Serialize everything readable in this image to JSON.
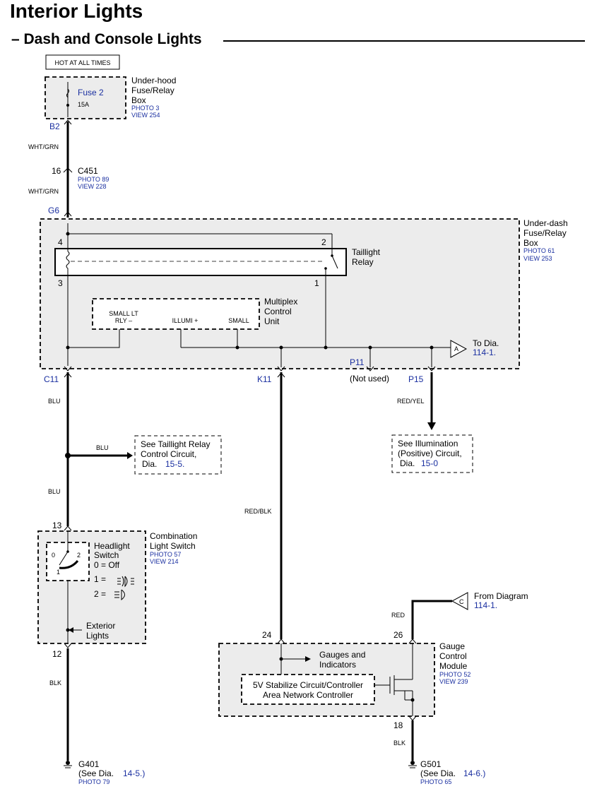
{
  "title": "Interior Lights",
  "section": "– Dash and Console Lights",
  "hot_label": "HOT AT ALL TIMES",
  "underhood": {
    "fuse": "Fuse 2",
    "amps": "15A",
    "name": [
      "Under-hood",
      "Fuse/Relay",
      "Box"
    ],
    "photo": "PHOTO 3",
    "view": "VIEW 254",
    "terminal": "B2"
  },
  "wire_colors": {
    "w1": "WHT/GRN",
    "w2": "WHT/GRN",
    "blu1": "BLU",
    "blu_branch": "BLU",
    "blu2": "BLU",
    "redblk": "RED/BLK",
    "redyel": "RED/YEL",
    "red": "RED",
    "blk1": "BLK",
    "blk2": "BLK"
  },
  "connector_c451": {
    "pin": "16",
    "name": "C451",
    "photo": "PHOTO 89",
    "view": "VIEW 228"
  },
  "underdash": {
    "terminal_top": "G6",
    "name": [
      "Under-dash",
      "Fuse/Relay",
      "Box"
    ],
    "photo": "PHOTO 61",
    "view": "VIEW 253",
    "relay": {
      "name": [
        "Taillight",
        "Relay"
      ],
      "pins": [
        "4",
        "2",
        "3",
        "1"
      ]
    },
    "mcu": {
      "name": [
        "Multiplex",
        "Control",
        "Unit"
      ],
      "pin1": [
        "SMALL LT",
        "RLY –"
      ],
      "pin2": "ILLUMI +",
      "pin3": "SMALL"
    },
    "to_dia": {
      "symbol": "A",
      "text": "To Dia.",
      "ref": "114-1."
    },
    "terminals": {
      "c11": "C11",
      "k11": "K11",
      "p11": "P11",
      "p15": "P15",
      "not_used": "(Not used)"
    }
  },
  "illum_note": [
    "See Illumination",
    "(Positive) Circuit,",
    "Dia.",
    "15-0"
  ],
  "taillight_note": [
    "See Taillight Relay",
    "Control Circuit,",
    "Dia.",
    "15-5."
  ],
  "combo_switch": {
    "pin_top": "13",
    "pin_bottom": "12",
    "name": [
      "Combination",
      "Light Switch"
    ],
    "photo": "PHOTO 57",
    "view": "VIEW 214",
    "headlight": [
      "Headlight",
      "Switch",
      "0 = Off",
      "1 =",
      "2 ="
    ],
    "switch_pins": [
      "0",
      "2",
      "1"
    ],
    "exterior": [
      "Exterior",
      "Lights"
    ]
  },
  "gauge": {
    "pin_24": "24",
    "pin_26": "26",
    "pin_18": "18",
    "name": [
      "Gauge",
      "Control",
      "Module"
    ],
    "photo": "PHOTO 52",
    "view": "VIEW 239",
    "indicators": [
      "Gauges and",
      "Indicators"
    ],
    "circuit": [
      "5V Stabilize Circuit/Controller",
      "Area Network Controller"
    ],
    "from_dia": {
      "symbol": "C",
      "text": "From Diagram",
      "ref": "114-1."
    }
  },
  "grounds": {
    "g401": {
      "name": "G401",
      "see": "(See Dia.",
      "ref": "14-5.)",
      "photo": "PHOTO 79"
    },
    "g501": {
      "name": "G501",
      "see": "(See Dia.",
      "ref": "14-6.)",
      "photo": "PHOTO 65"
    }
  }
}
